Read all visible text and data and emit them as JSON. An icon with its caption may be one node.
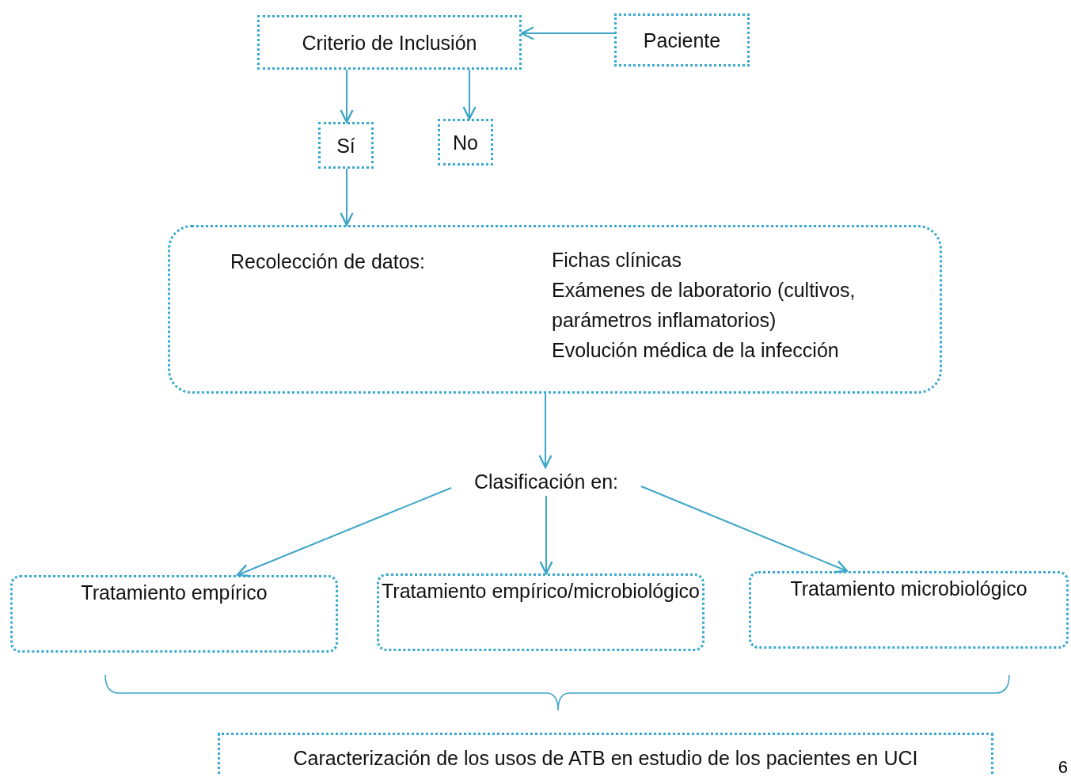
{
  "diagram": {
    "nodes": [
      {
        "text": [
          "Criterio de Inclusión"
        ]
      },
      {
        "text": [
          "Paciente"
        ]
      },
      {
        "text": [
          "Sí"
        ]
      },
      {
        "text": [
          "No"
        ]
      },
      {
        "text": [
          "Recolección de datos:",
          "Fichas clínicas",
          "Exámenes de laboratorio (cultivos, parámetros inflamatorios)",
          "Evolución médica de la infección"
        ]
      },
      {
        "text": [
          "Clasificación en:"
        ]
      },
      {
        "text": [
          "Tratamiento empírico"
        ]
      },
      {
        "text": [
          "Tratamiento empírico/microbiológico"
        ]
      },
      {
        "text": [
          "Tratamiento microbiológico"
        ]
      },
      {
        "text": [
          "Caracterización de los usos de ATB en estudio de los pacientes en UCI"
        ]
      }
    ],
    "edges": [
      {
        "from": 1,
        "to": 0,
        "arrow": "to"
      },
      {
        "from": 0,
        "to": 2,
        "arrow": "to"
      },
      {
        "from": 0,
        "to": 3,
        "arrow": "to"
      },
      {
        "from": 2,
        "to": 4,
        "arrow": "to"
      },
      {
        "from": 4,
        "to": 5,
        "arrow": "to"
      },
      {
        "from": 5,
        "to": 6,
        "arrow": "to"
      },
      {
        "from": 5,
        "to": 7,
        "arrow": "to"
      },
      {
        "from": 5,
        "to": 8,
        "arrow": "to"
      }
    ],
    "labels": [
      "6"
    ]
  }
}
